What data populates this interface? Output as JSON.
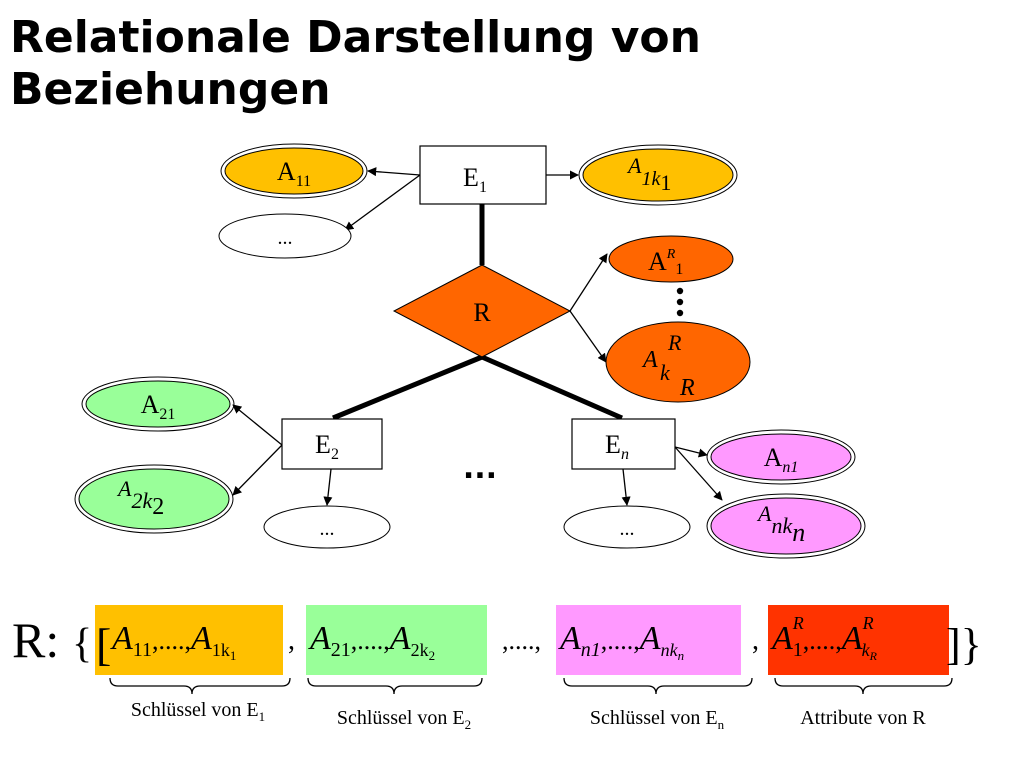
{
  "title": {
    "line1": "Relationale Darstellung von",
    "line2": "Beziehungen"
  },
  "diagram": {
    "entities": {
      "e1": {
        "base": "E",
        "sub": "1"
      },
      "e2": {
        "base": "E",
        "sub": "2"
      },
      "en": {
        "base": "E",
        "sub": "n"
      }
    },
    "relationship": {
      "label": "R"
    },
    "attributes": {
      "a11": {
        "base": "A",
        "sub": "11"
      },
      "a1k1": {
        "base": "A",
        "sub": "1k",
        "subsub": "1"
      },
      "dots_e1": "...",
      "ar1": {
        "base": "A",
        "sup": "R",
        "sub": "1"
      },
      "arkr": {
        "base": "A",
        "sup": "R",
        "sub": "k",
        "subsub": "R"
      },
      "a21": {
        "base": "A",
        "sub": "21"
      },
      "a2k2": {
        "base": "A",
        "sub": "2k",
        "subsub": "2"
      },
      "dots_e2": "...",
      "an1": {
        "base": "A",
        "sub": "n1"
      },
      "ankn": {
        "base": "A",
        "sub": "nk",
        "subsub": "n"
      },
      "dots_en": "..."
    },
    "between_entities_dots": "...",
    "vertical_dots": "⋮"
  },
  "formula": {
    "prefix": "R:",
    "open_brace": "{",
    "open_bracket": "[",
    "close": "]}",
    "dots_sep": ",....,",
    "comma": ",",
    "key1": {
      "first": "A",
      "first_sub": "11",
      "mid": ",....,",
      "last": "A",
      "last_sub": "1k",
      "last_subsub": "1"
    },
    "key2": {
      "first": "A",
      "first_sub": "21",
      "mid": ",....,",
      "last": "A",
      "last_sub": "2k",
      "last_subsub": "2"
    },
    "keyn": {
      "first": "A",
      "first_sub": "n1",
      "mid": ",....,",
      "last": "A",
      "last_sub": "nk",
      "last_subsub": "n"
    },
    "attrr": {
      "first": "A",
      "first_sup": "R",
      "first_sub": "1",
      "mid": ",....,",
      "last": "A",
      "last_sup": "R",
      "last_sub": "k",
      "last_subsub": "R"
    }
  },
  "captions": {
    "c1": {
      "text": "Schlüssel von E",
      "sub": "1"
    },
    "c2": {
      "text": "Schlüssel von E",
      "sub": "2"
    },
    "cn": {
      "text": "Schlüssel von E",
      "sub": "n"
    },
    "cr": {
      "text": "Attribute von R",
      "sub": ""
    }
  },
  "colors": {
    "orange_yellow": "#ffc000",
    "dark_orange": "#ff6600",
    "green": "#99ff99",
    "pink": "#ff99ff",
    "red": "#ff3300",
    "white": "#ffffff",
    "black": "#000000"
  }
}
